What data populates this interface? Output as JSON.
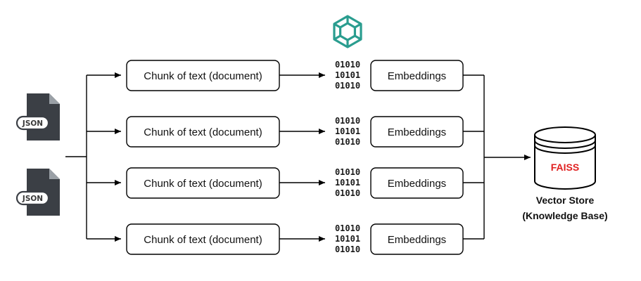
{
  "colors": {
    "line": "#000000",
    "box_border": "#000000",
    "json_icon": "#3b3f45",
    "openai_logo": "#2a9d8f",
    "faiss_text": "#e02020"
  },
  "sources": [
    {
      "label": "JSON",
      "icon": "json-file-icon"
    },
    {
      "label": "JSON",
      "icon": "json-file-icon"
    }
  ],
  "chunks": [
    {
      "label": "Chunk of text (document)"
    },
    {
      "label": "Chunk of text (document)"
    },
    {
      "label": "Chunk of text (document)"
    },
    {
      "label": "Chunk of text (document)"
    }
  ],
  "binary_icon": {
    "lines": [
      "01010",
      "10101",
      "01010"
    ],
    "icon": "binary-code-icon"
  },
  "embeddings": [
    {
      "label": "Embeddings"
    },
    {
      "label": "Embeddings"
    },
    {
      "label": "Embeddings"
    },
    {
      "label": "Embeddings"
    }
  ],
  "model_logo": {
    "icon": "openai-logo-icon"
  },
  "vector_store": {
    "db_label": "FAISS",
    "caption_line1": "Vector Store",
    "caption_line2": "(Knowledge Base)",
    "icon": "database-cylinder-icon"
  }
}
